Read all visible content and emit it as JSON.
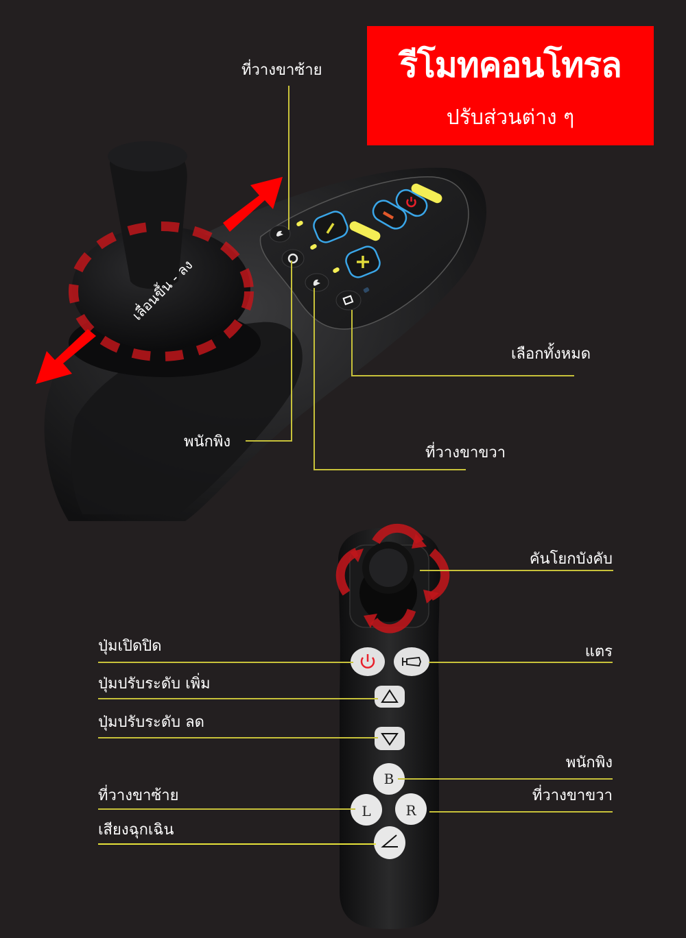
{
  "header": {
    "title": "รีโมทคอนโทรล",
    "subtitle": "ปรับส่วนต่าง ๆ",
    "background_color": "#ff0000"
  },
  "top_controller": {
    "joystick_label": "เลื่อนขึ้น - ลง",
    "callouts": {
      "left_leg_rest": "ที่วางขาซ้าย",
      "select_all": "เลือกทั้งหมด",
      "backrest": "พนักพิง",
      "right_leg_rest": "ที่วางขาขวา"
    },
    "buttons": [
      {
        "name": "left-leg-rest-button",
        "icon": "leg-rest-left-icon"
      },
      {
        "name": "backrest-button",
        "icon": "seat-recline-icon"
      },
      {
        "name": "right-leg-rest-button",
        "icon": "leg-rest-right-icon"
      },
      {
        "name": "select-all-button",
        "icon": "square-icon"
      },
      {
        "name": "minus-button",
        "icon": "minus-icon",
        "glyph": "−"
      },
      {
        "name": "plus-button",
        "icon": "plus-icon",
        "glyph": "+"
      },
      {
        "name": "horn-button",
        "icon": "horn-icon"
      },
      {
        "name": "power-button",
        "icon": "power-icon"
      }
    ],
    "led_color": "#f4ee55",
    "button_ring_color": "#3aa6e8"
  },
  "bottom_controller": {
    "callouts_left": {
      "power": "ปุ่มเปิดปิด",
      "level_up": "ปุ่มปรับระดับ เพิ่ม",
      "level_down": "ปุ่มปรับระดับ ลด",
      "left_leg_rest": "ที่วางขาซ้าย",
      "emergency_sound": "เสียงฉุกเฉิน"
    },
    "callouts_right": {
      "joystick": "คันโยกบังคับ",
      "horn": "แตร",
      "backrest": "พนักพิง",
      "right_leg_rest": "ที่วางขาขวา"
    },
    "buttons": {
      "b": "B",
      "l": "L",
      "r": "R"
    },
    "line_color": "#c8c23a",
    "accent_red": "#e8202a"
  }
}
